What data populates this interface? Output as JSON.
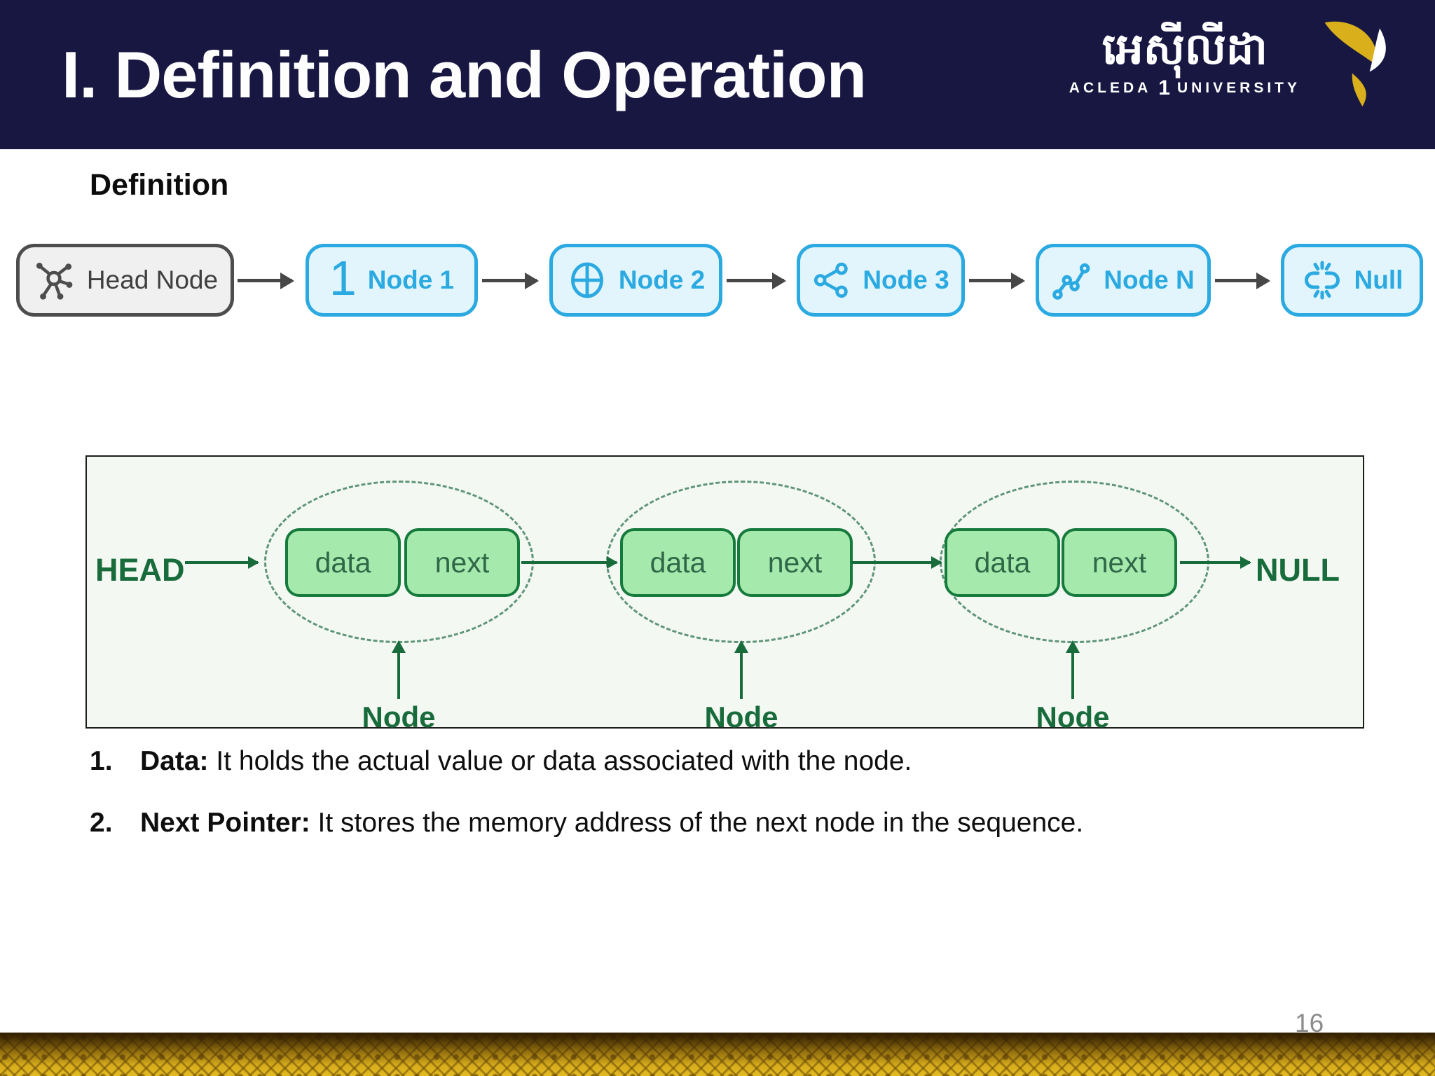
{
  "header": {
    "title": "I. Definition and Operation",
    "logo": {
      "khmer": "អេស៊ីលីដា",
      "acleda": "ACLEDA",
      "one": "1",
      "university": "UNIVERSITY",
      "bird_icon": "bird-logo-icon"
    }
  },
  "section_heading": "Definition",
  "chain": {
    "head": {
      "label": "Head Node",
      "icon": "network-hub-icon"
    },
    "nodes": [
      {
        "label": "Node 1",
        "icon": "number-one-icon"
      },
      {
        "label": "Node 2",
        "icon": "circle-crosshair-icon"
      },
      {
        "label": "Node 3",
        "icon": "share-icon"
      },
      {
        "label": "Node N",
        "icon": "route-graph-icon"
      },
      {
        "label": "Null",
        "icon": "broken-link-icon"
      }
    ]
  },
  "diagram": {
    "head_label": "HEAD",
    "null_label": "NULL",
    "node_label": "Node",
    "cells": {
      "data": "data",
      "next": "next"
    }
  },
  "list": {
    "items": [
      {
        "num": "1.",
        "lead": "Data:",
        "text": " It holds the actual value or data associated with the node."
      },
      {
        "num": "2.",
        "lead": "Next Pointer:",
        "text": " It stores the memory address of the next node in the sequence."
      }
    ]
  },
  "page_number": "16",
  "colors": {
    "header_navy": "#171742",
    "node_blue": "#2ba9e1",
    "node_blue_bg": "#e2f5fd",
    "head_grey": "#4d4d4d",
    "green_fill": "#a6e9ad",
    "green_border": "#157a3c",
    "green_text": "#186b3b",
    "gold": "#d9af1c",
    "page_number_grey": "#8b8b8b"
  }
}
